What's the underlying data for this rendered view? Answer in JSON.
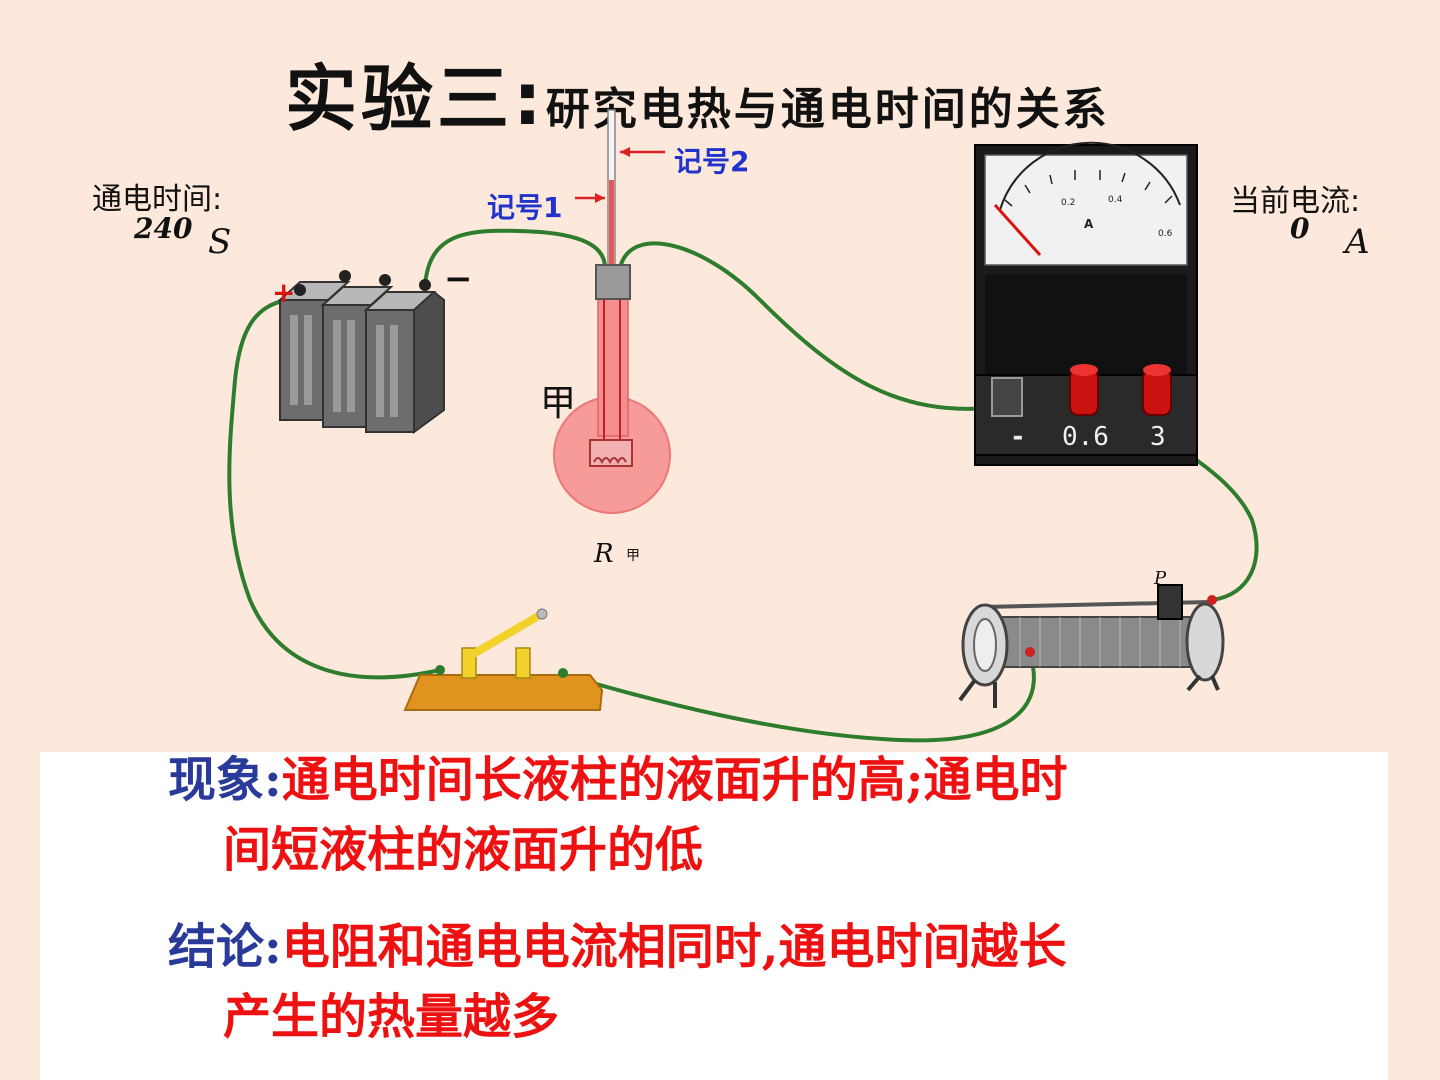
{
  "title": {
    "main": "实验三:",
    "sub": "研究电热与通电时间的关系"
  },
  "time": {
    "label": "通电时间:",
    "value": "240",
    "unit": "S"
  },
  "current": {
    "label": "当前电流:",
    "value": "0",
    "unit": "A"
  },
  "flask": {
    "mark1": "记号1",
    "mark2": "记号2",
    "name": "甲",
    "resistor_label": "R",
    "resistor_sub": "甲"
  },
  "battery": {
    "plus": "+",
    "minus": "−"
  },
  "ammeter": {
    "terminal_minus": "-",
    "terminal_06": "0.6",
    "terminal_3": "3",
    "scale_a": "A",
    "tick_02": "0.2",
    "tick_04": "0.4",
    "tick_06": "0.6"
  },
  "rheostat": {
    "slider_label": "P"
  },
  "phenomenon": {
    "head": "现象:",
    "line1": "通电时间长液柱的液面升的高;通电时",
    "line2": "间短液柱的液面升的低"
  },
  "conclusion": {
    "head": "结论:",
    "line1": "电阻和通电电流相同时,通电时间越长",
    "line2": "产生的热量越多"
  },
  "colors": {
    "background": "#fde9dc",
    "wire": "#2e7d2e",
    "heading_blue": "#2a3a9a",
    "body_red": "#ee1111",
    "mark_blue": "#2233cc"
  }
}
